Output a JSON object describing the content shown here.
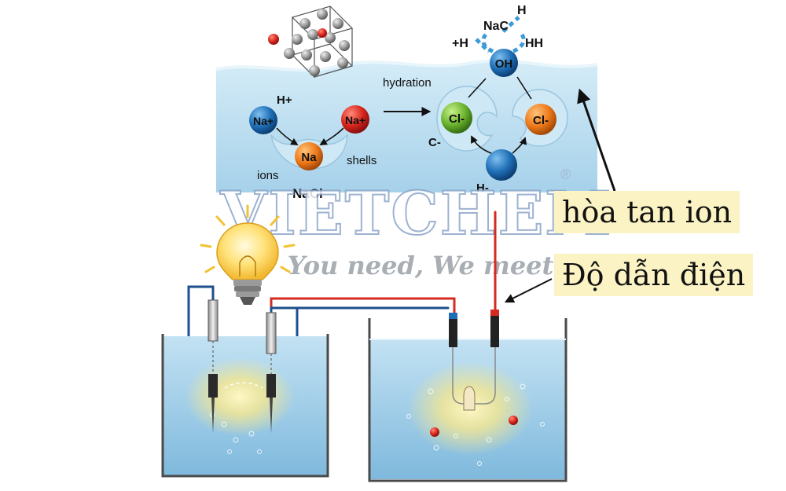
{
  "molecule": {
    "labels": [
      "NaC",
      "H",
      "+H",
      "HH",
      "OH"
    ]
  },
  "hydration": {
    "arrow_label": "hydration",
    "ions": {
      "na_plus_left": "Na+",
      "na_plus_right": "Na+",
      "na_center": "Na",
      "cl_left": "Cl-",
      "cl_right": "Cl-"
    },
    "labels": {
      "h_plus": "H+",
      "ions": "ions",
      "shells": "shells",
      "nacl": "NaCl",
      "c_minus": "C-",
      "h_minus": "H-"
    }
  },
  "watermark": {
    "brand": "VIETCHEM",
    "registered": "®",
    "slogan": "You need, We meet"
  },
  "callouts": {
    "dissolve": "hòa tan ion",
    "conductivity": "Độ dẫn điện"
  },
  "colors": {
    "water": "#b9dcee",
    "water_surface": "#d5ecf7",
    "cation_blue": "#1f6fb7",
    "cation_red": "#d9261c",
    "cation_orange": "#ef7a1a",
    "anion_green": "#6cb52f",
    "wire_red": "#d42a22",
    "wire_blue": "#1e4f8e",
    "callout_bg": "#fbf3c4",
    "watermark": "#8ea6c9"
  }
}
